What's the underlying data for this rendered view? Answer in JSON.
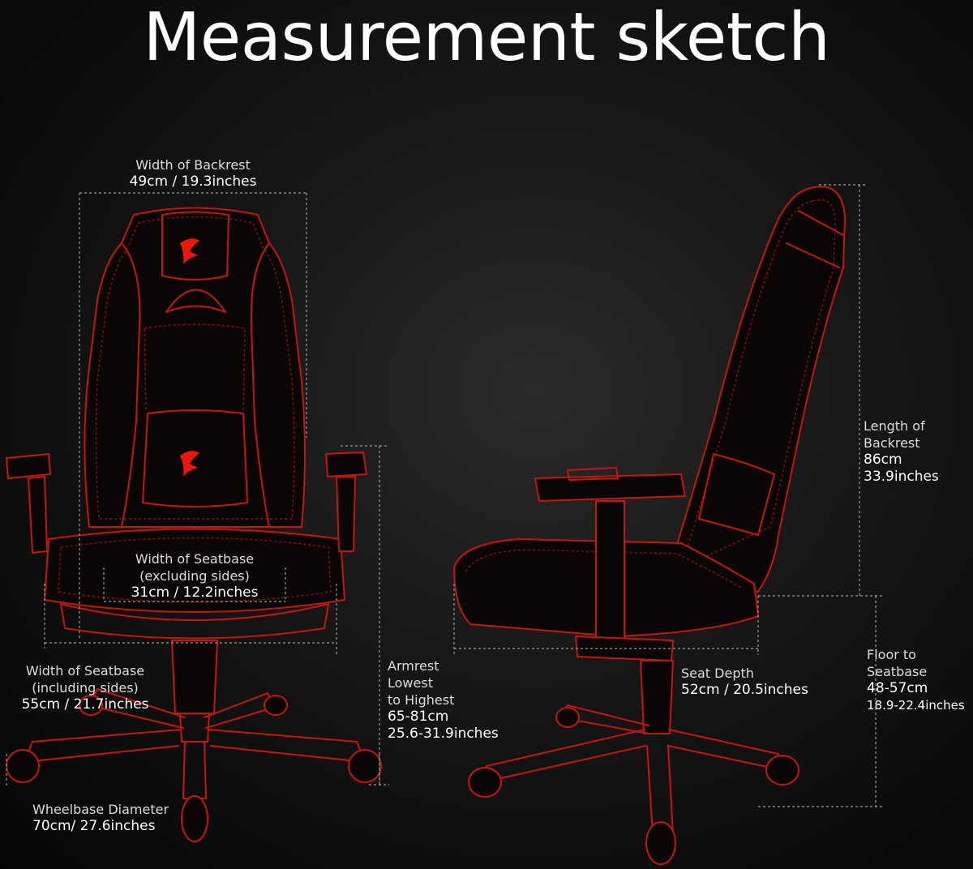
{
  "title": "Measurement sketch",
  "colors": {
    "background": "#0a0a0a",
    "outline": "#c4160e",
    "logo": "#e8180c",
    "dimension_line": "#9a9a9a",
    "text": "#ffffff"
  },
  "icons": {
    "brand": "arozzi-logo-icon"
  },
  "measurements": {
    "backrest_width": {
      "label": "Width of Backrest",
      "value": "49cm / 19.3inches"
    },
    "seatbase_width_excl": {
      "label_1": "Width of Seatbase",
      "label_2": "(excluding sides)",
      "value": "31cm / 12.2inches"
    },
    "seatbase_width_incl": {
      "label_1": "Width of Seatbase",
      "label_2": "(including sides)",
      "value": "55cm / 21.7inches"
    },
    "wheelbase": {
      "label": "Wheelbase Diameter",
      "value": "70cm/ 27.6inches"
    },
    "armrest": {
      "label_1": "Armrest",
      "label_2": "Lowest",
      "label_3": "to Highest",
      "value_1": "65-81cm",
      "value_2": "25.6-31.9inches"
    },
    "backrest_length": {
      "label_1": "Length of",
      "label_2": "Backrest",
      "value_1": "86cm",
      "value_2": "33.9inches"
    },
    "seat_depth": {
      "label": "Seat Depth",
      "value": "52cm / 20.5inches"
    },
    "floor_to_seat": {
      "label_1": "Floor to",
      "label_2": "Seatbase",
      "value_1": "48-57cm",
      "value_2": "18.9-22.4inches"
    }
  }
}
